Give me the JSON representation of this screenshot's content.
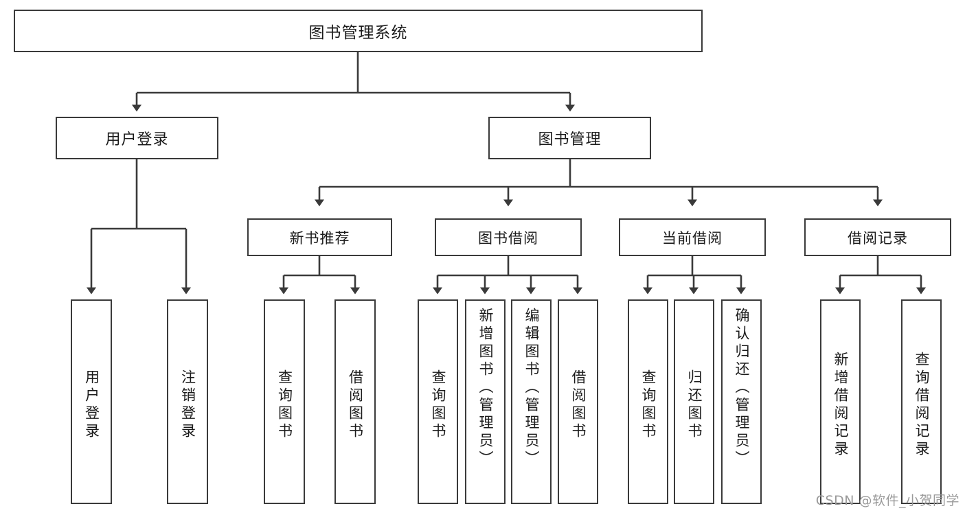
{
  "diagram": {
    "title": "图书管理系统",
    "type": "hierarchy-tree",
    "root": {
      "id": "root",
      "label": "图书管理系统"
    },
    "level2": [
      {
        "id": "user-login",
        "label": "用户登录"
      },
      {
        "id": "book-manage",
        "label": "图书管理"
      }
    ],
    "level3": [
      {
        "id": "new-book-recommend",
        "label": "新书推荐",
        "parent": "book-manage"
      },
      {
        "id": "book-borrow",
        "label": "图书借阅",
        "parent": "book-manage"
      },
      {
        "id": "current-borrow",
        "label": "当前借阅",
        "parent": "book-manage"
      },
      {
        "id": "borrow-record",
        "label": "借阅记录",
        "parent": "book-manage"
      }
    ],
    "leaves": [
      {
        "id": "leaf-user-login",
        "label": "用户登录",
        "parent": "user-login"
      },
      {
        "id": "leaf-logout",
        "label": "注销登录",
        "parent": "user-login"
      },
      {
        "id": "leaf-query-book-1",
        "label": "查询图书",
        "parent": "new-book-recommend"
      },
      {
        "id": "leaf-borrow-book-1",
        "label": "借阅图书",
        "parent": "new-book-recommend"
      },
      {
        "id": "leaf-query-book-2",
        "label": "查询图书",
        "parent": "book-borrow"
      },
      {
        "id": "leaf-add-book",
        "label": "新增图书（管理员）",
        "parent": "book-borrow"
      },
      {
        "id": "leaf-edit-book",
        "label": "编辑图书（管理员）",
        "parent": "book-borrow"
      },
      {
        "id": "leaf-borrow-book-2",
        "label": "借阅图书",
        "parent": "book-borrow"
      },
      {
        "id": "leaf-query-book-3",
        "label": "查询图书",
        "parent": "current-borrow"
      },
      {
        "id": "leaf-return-book",
        "label": "归还图书",
        "parent": "current-borrow"
      },
      {
        "id": "leaf-confirm-return",
        "label": "确认归还（管理员）",
        "parent": "current-borrow"
      },
      {
        "id": "leaf-add-record",
        "label": "新增借阅记录",
        "parent": "borrow-record"
      },
      {
        "id": "leaf-query-record",
        "label": "查询借阅记录",
        "parent": "borrow-record"
      }
    ]
  },
  "watermark": "CSDN @软件_小贺同学",
  "colors": {
    "stroke": "#3a3a3a",
    "background": "#ffffff",
    "text": "#1b1b1b",
    "watermark": "#9a9a9a"
  }
}
